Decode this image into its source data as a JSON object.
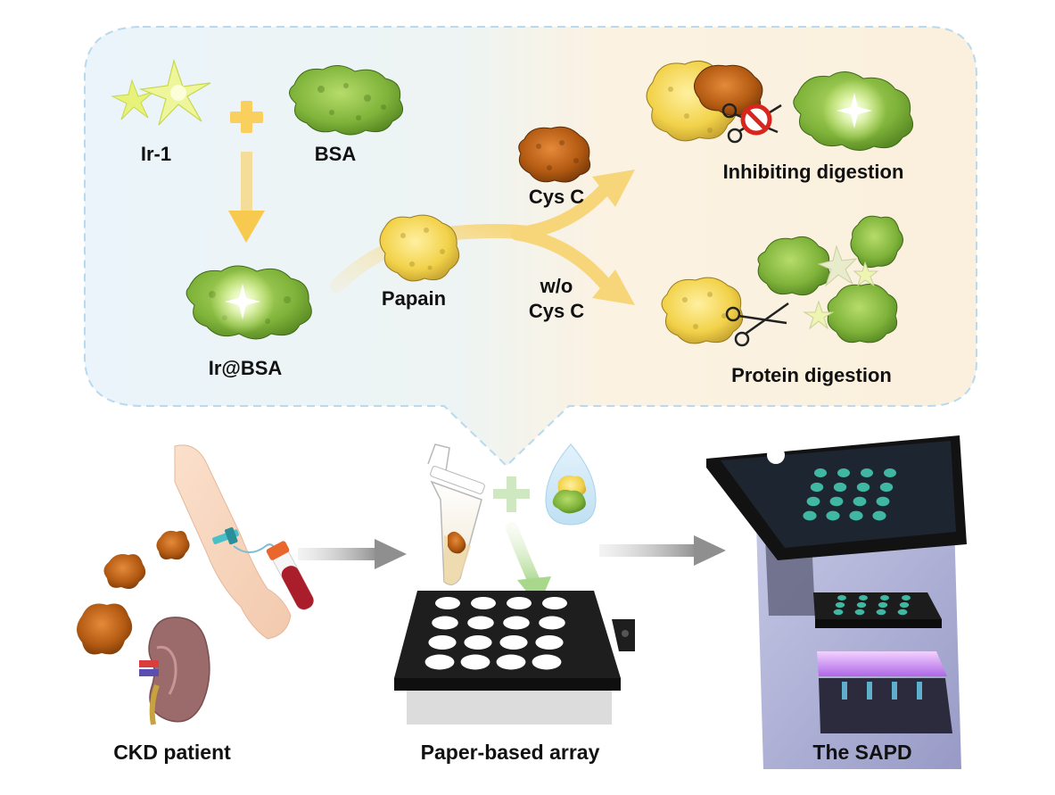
{
  "labels": {
    "ir1": "Ir-1",
    "bsa": "BSA",
    "ir_bsa": "Ir@BSA",
    "papain": "Papain",
    "cys_c": "Cys C",
    "wo": "w/o",
    "wo_cys_c": "Cys C",
    "inhibiting_digestion": "Inhibiting digestion",
    "protein_digestion": "Protein digestion",
    "ckd_patient": "CKD patient",
    "paper_array": "Paper-based array",
    "sapd": "The SAPD"
  },
  "colors": {
    "bubble_left": "#eef6fa",
    "bubble_right": "#fbf1e0",
    "bubble_border": "#b8d9ee",
    "bsa_green": "#7fb33a",
    "papain_yellow": "#f2d24a",
    "cys_c_brown": "#b35a12",
    "flow_arrow": "#f7d67a",
    "process_arrow": "#9a9a9a",
    "plate_black": "#1c1c1c",
    "led_purple": "#c07cf0",
    "well_teal": "#3fb7a3"
  },
  "icons": {
    "star": "sparkle-icon",
    "plus": "plus-icon",
    "scissors": "scissors-icon",
    "prohibited": "no-sign-icon"
  }
}
